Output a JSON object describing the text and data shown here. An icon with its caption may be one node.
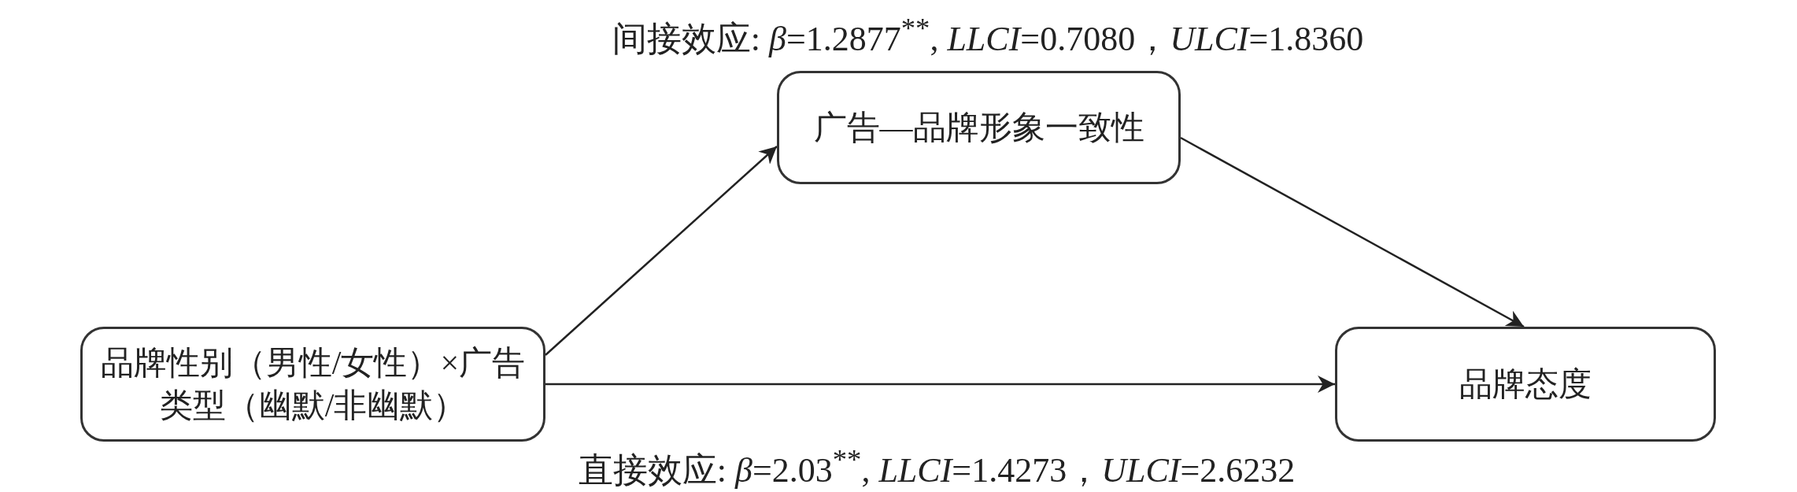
{
  "diagram": {
    "nodes": [
      {
        "text": [
          "品牌性别（男性/女性）×广告类型（幽默/非幽默）"
        ]
      },
      {
        "text": [
          "广告—品牌形象一致性"
        ]
      },
      {
        "text": [
          "品牌态度"
        ]
      }
    ],
    "edges": [
      {
        "from": 0,
        "to": 1,
        "arrow": "to"
      },
      {
        "from": 1,
        "to": 2,
        "arrow": "to"
      },
      {
        "from": 0,
        "to": 2,
        "arrow": "to"
      }
    ],
    "labels": [
      "间接效应: *β*=1.2877$^{**}$, *LLCI*=0.7080，*ULCI*=1.8360",
      "直接效应: *β*=2.03$^{**}$, *LLCI*=1.4273，*ULCI*=2.6232"
    ]
  }
}
